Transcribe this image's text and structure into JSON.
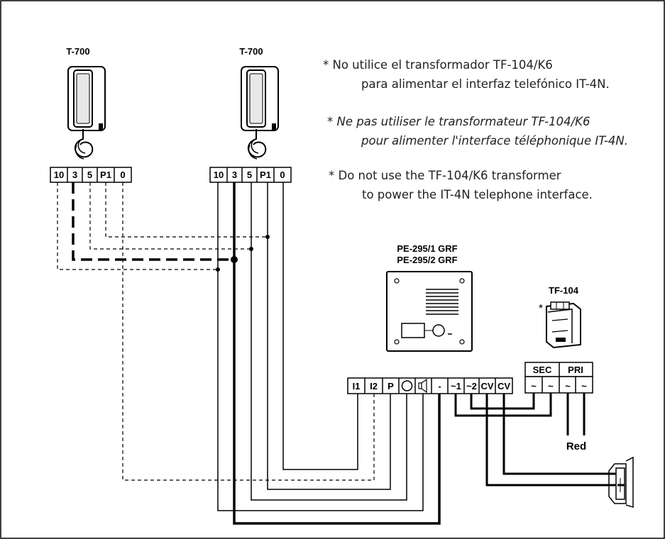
{
  "devices": {
    "monitor_left": {
      "model": "T-700",
      "terminals": [
        "10",
        "3",
        "5",
        "P1",
        "0"
      ]
    },
    "monitor_right": {
      "model": "T-700",
      "terminals": [
        "10",
        "3",
        "5",
        "P1",
        "0"
      ]
    },
    "door_panel": {
      "models": [
        "PE-295/1 GRF",
        "PE-295/2 GRF"
      ]
    },
    "transformer": {
      "model": "TF-104",
      "asterisk": "*"
    },
    "panel_terminals": [
      "I1",
      "I2",
      "P",
      "",
      "",
      "-",
      "~1",
      "~2",
      "CV",
      "CV"
    ],
    "transformer_terminals": {
      "sec_label": "SEC",
      "pri_label": "PRI",
      "symbols": [
        "~",
        "~",
        "~",
        "~"
      ]
    },
    "mains_label": "Red"
  },
  "notes": [
    {
      "star": "*",
      "line1": "No utilice el transformador TF-104/K6",
      "line2": "para alimentar el interfaz telefónico IT-4N."
    },
    {
      "star": "*",
      "line1": "Ne pas utiliser le transformateur TF-104/K6",
      "line2": "pour alimenter l'interface téléphonique IT-4N."
    },
    {
      "star": "*",
      "line1": "Do not use the TF-104/K6 transformer",
      "line2": "to power the IT-4N telephone interface."
    }
  ]
}
